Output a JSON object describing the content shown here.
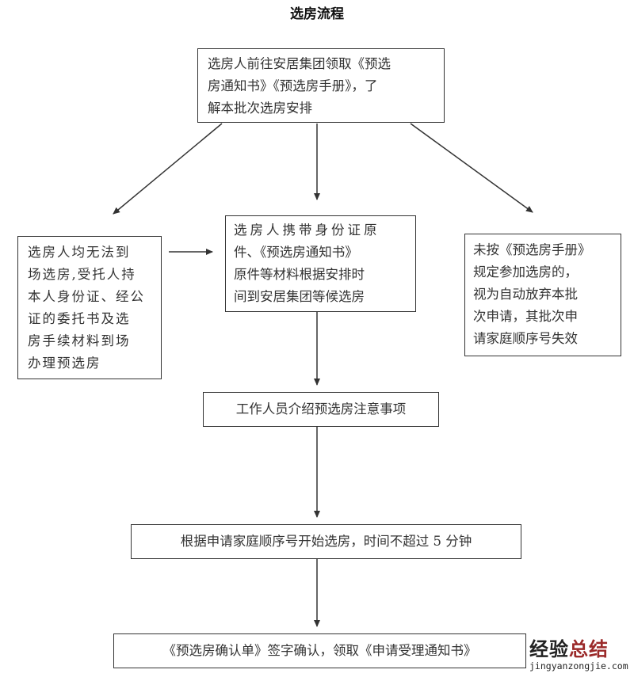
{
  "title": "选房流程",
  "boxes": {
    "start": [
      "选房人前往安居集团领取《预选",
      "房通知书》《预选房手册》，了",
      "解本批次选房安排"
    ],
    "proxy": [
      "选房人均无法到",
      "场选房,受托人持",
      "本人身份证、经公",
      "证的委托书及选",
      "房手续材料到场",
      "办理预选房"
    ],
    "attend": [
      "选房人携带身份证原",
      "件、《预选房通知书》",
      "原件等材料根据安排时",
      "间到安居集团等候选房"
    ],
    "forfeit": [
      "未按《预选房手册》",
      "规定参加选房的，",
      "视为自动放弃本批",
      "次申请，其批次申",
      "请家庭顺序号失效"
    ],
    "briefing": "工作人员介绍预选房注意事项",
    "select": "根据申请家庭顺序号开始选房，时间不超过 5 分钟",
    "confirm": "《预选房确认单》签字确认，领取《申请受理通知书》"
  },
  "watermark": {
    "cn_a": "经验",
    "cn_b": "总结",
    "url": "jingyanzongjie.com"
  }
}
